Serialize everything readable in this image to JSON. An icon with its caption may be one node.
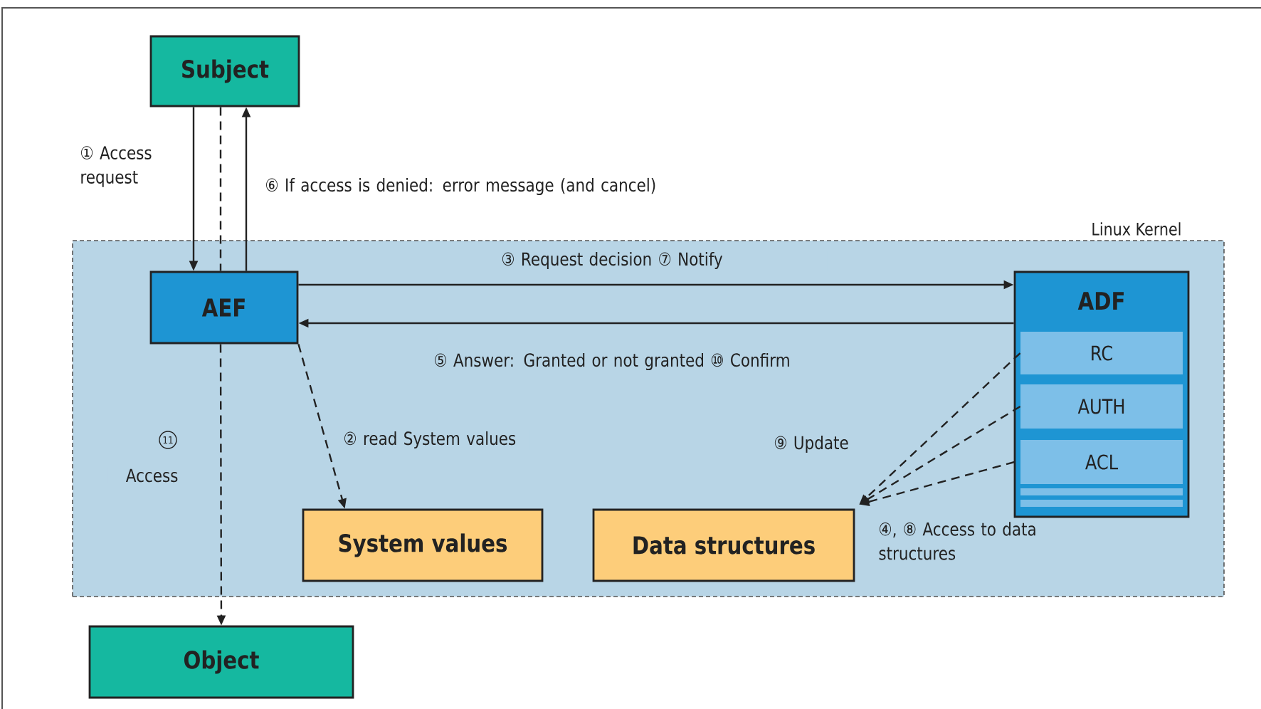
{
  "diagram": {
    "nodes": [
      {
        "text": [
          "Subject"
        ]
      },
      {
        "text": [
          "Linux Kernel"
        ]
      },
      {
        "text": [
          "AEF"
        ],
        "in": 1
      },
      {
        "text": [
          "ADF"
        ],
        "in": 1
      },
      {
        "text": [
          "RC"
        ],
        "in": 3
      },
      {
        "text": [
          "AUTH"
        ],
        "in": 3
      },
      {
        "text": [
          "ACL"
        ],
        "in": 3
      },
      {
        "text": [],
        "shape": "bar",
        "in": 3
      },
      {
        "text": [],
        "shape": "bar",
        "in": 3
      },
      {
        "text": [
          "System values"
        ],
        "in": 1
      },
      {
        "text": [
          "Data structures"
        ],
        "in": 1
      },
      {
        "text": [
          "Object"
        ]
      }
    ],
    "edges": [
      {
        "from": 0,
        "to": 2,
        "arrow": "to",
        "label": "① Access request"
      },
      {
        "from": 2,
        "to": 0,
        "arrow": "to",
        "label": "⑥ If access is denied: error message (and cancel)"
      },
      {
        "from": 0,
        "to": 2,
        "arrow": "none",
        "style": "dashed"
      },
      {
        "from": 2,
        "to": 11,
        "arrow": "to",
        "style": "dashed",
        "label": "Access"
      },
      {
        "from": 2,
        "to": 3,
        "arrow": "to",
        "label": "③ Request decision ⑦ Notify"
      },
      {
        "from": 3,
        "to": 2,
        "arrow": "to",
        "label": "⑤ Answer: Granted or not granted ⑩ Confirm"
      },
      {
        "from": 2,
        "to": 9,
        "arrow": "to",
        "style": "dashed",
        "label": "② read System values"
      },
      {
        "from": 4,
        "to": 10,
        "arrow": "to",
        "style": "dashed"
      },
      {
        "from": 5,
        "to": 10,
        "arrow": "to",
        "style": "dashed"
      },
      {
        "from": 6,
        "to": 10,
        "arrow": "to",
        "style": "dashed"
      }
    ],
    "labels": [
      "11",
      "⑨ Update",
      "④, ⑧ Access to data structures"
    ]
  }
}
